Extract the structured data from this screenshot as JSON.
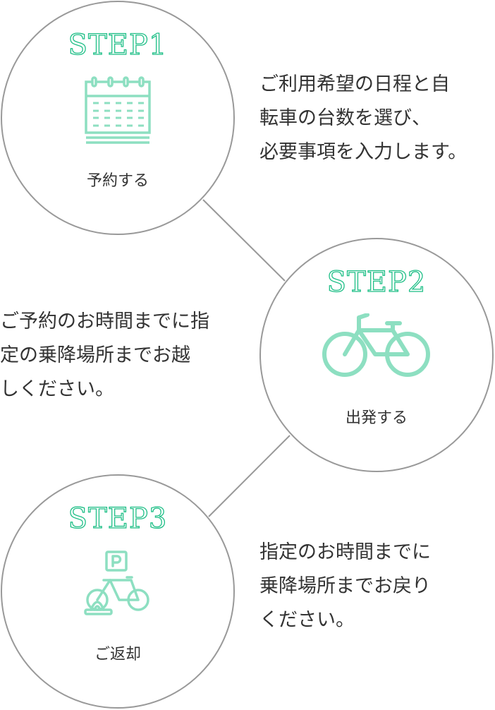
{
  "colors": {
    "accent_text": "#1fbf87",
    "icon": "#8ddfc1",
    "circle_border": "#999999",
    "connector": "#999999",
    "body_text": "#333333"
  },
  "steps": [
    {
      "title": "STEP1",
      "icon": "calendar-icon",
      "label": "予約する",
      "description": "ご利用希望の日程と自\n転車の台数を選び、\n必要事項を入力します。"
    },
    {
      "title": "STEP2",
      "icon": "bicycle-icon",
      "label": "出発する",
      "description": "ご予約のお時間までに指\n定の乗降場所までお越\nしください。"
    },
    {
      "title": "STEP3",
      "icon": "bicycle-parking-icon",
      "label": "ご返却",
      "description": "指定のお時間までに\n乗降場所までお戻り\nください。"
    }
  ]
}
